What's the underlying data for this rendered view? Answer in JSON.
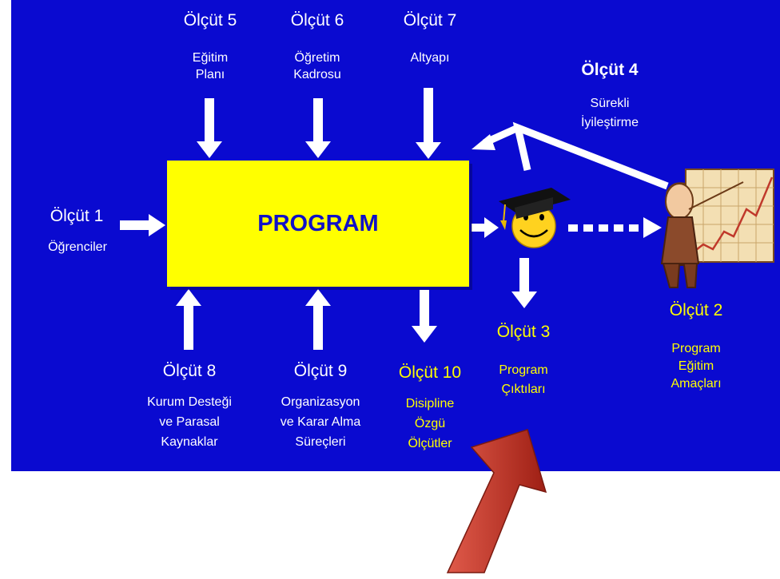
{
  "program": "PROGRAM",
  "criteria": {
    "c1": {
      "title": "Ölçüt 1",
      "desc": [
        "Öğrenciler"
      ]
    },
    "c2": {
      "title": "Ölçüt 2",
      "desc": [
        "Program",
        "Eğitim",
        "Amaçları"
      ]
    },
    "c3": {
      "title": "Ölçüt 3",
      "desc": [
        "Program",
        "Çıktıları"
      ]
    },
    "c4": {
      "title": "Ölçüt 4",
      "desc": [
        "Sürekli",
        "İyileştirme"
      ]
    },
    "c5": {
      "title": "Ölçüt 5",
      "desc": [
        "Eğitim",
        "Planı"
      ]
    },
    "c6": {
      "title": "Ölçüt 6",
      "desc": [
        "Öğretim",
        "Kadrosu"
      ]
    },
    "c7": {
      "title": "Ölçüt 7",
      "desc": [
        "Altyapı"
      ]
    },
    "c8": {
      "title": "Ölçüt 8",
      "desc": [
        "Kurum Desteği",
        "ve Parasal",
        "Kaynaklar"
      ]
    },
    "c9": {
      "title": "Ölçüt 9",
      "desc": [
        "Organizasyon",
        "ve Karar Alma",
        "Süreçleri"
      ]
    },
    "c10": {
      "title": "Ölçüt 10",
      "desc": [
        "Disipline",
        "Özgü",
        "Ölçütler"
      ]
    }
  },
  "colors": {
    "background": "#0a0ad0",
    "program_box": "#ffff00",
    "highlight_text": "#ffff00",
    "pointer_arrow": "#c0392b"
  },
  "icons": [
    "graduate-smiley-icon",
    "presenter-chart-icon",
    "pointer-arrow-icon"
  ]
}
